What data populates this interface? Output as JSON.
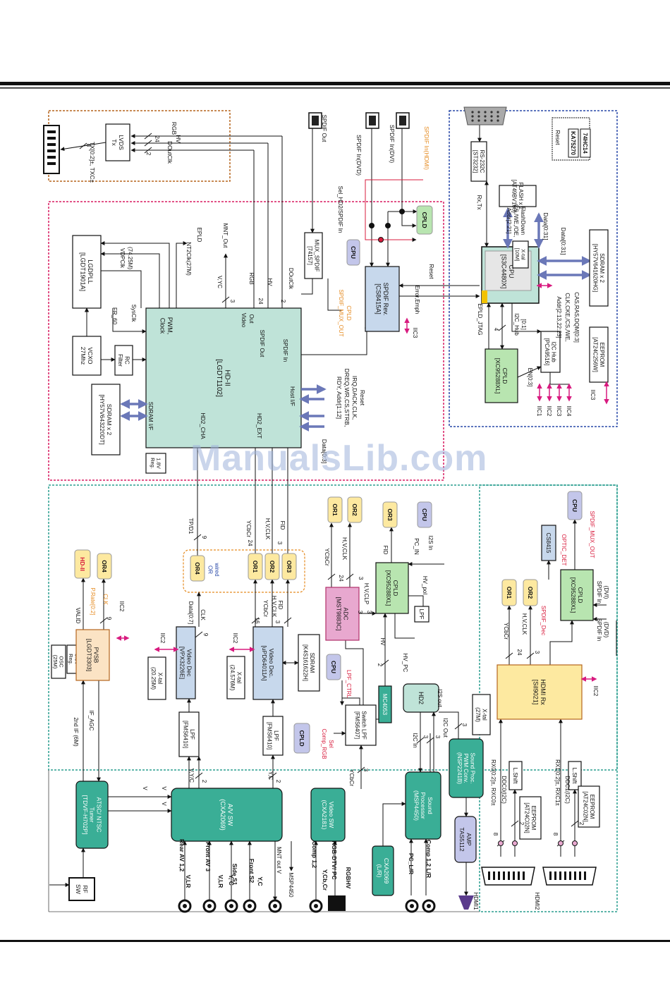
{
  "colors": {
    "teal": "#3aae96",
    "mint": "#bfe3d8",
    "light_blue": "#c7d8ec",
    "green": "#b8e5b0",
    "pink_fill": "#e8a8cf",
    "yellow": "#fde9a0",
    "purple": "#c3c6ea",
    "orange_box": "#fbe3c4",
    "arrow_blue": "#6b78b8",
    "magenta": "#d81b7f",
    "orange_text": "#e58a1f",
    "red_text": "#d81b3c",
    "dash_orange": "#b5651d",
    "dash_pink": "#d81b60",
    "dash_teal": "#2a9d8f",
    "dash_blue": "#2848a8"
  },
  "watermark": "ManualsLib.com",
  "blocks": {
    "lvds": [
      "LVDS",
      "Tx"
    ],
    "hdii": [
      "HD-II",
      "[LGDT1102]"
    ],
    "pwm": [
      "PWM,",
      "Clock"
    ],
    "lgdpll": [
      "LGDPLL",
      "[LGDT1901A]"
    ],
    "vcxo": [
      "VCXO",
      "27Mhz"
    ],
    "rcfilter": [
      "RC",
      "Filter"
    ],
    "sdram_hd": [
      "SDRAM x 2",
      "[HY57V643220DT]"
    ],
    "reg18": [
      "1.8V",
      "Reg."
    ],
    "mux_spdif": [
      "MUX_SPDIF",
      "[74157]"
    ],
    "spdif_rev": [
      "SPDIF Rev.",
      "[CS8415A]"
    ],
    "cpu_main": [
      "CPU",
      "[S3C4480X]"
    ],
    "rs232c": [
      "RS-232C",
      "[ST3232]"
    ],
    "reset_chip": [
      "Reset",
      "KA75270",
      "74HC14"
    ],
    "flash": [
      "FLASH x 2",
      "[AT49BV160]"
    ],
    "xtal10": [
      "X-tal",
      "[10M]"
    ],
    "sdram_cpu": [
      "SDRAM x 2",
      "[HY57V641620HG]"
    ],
    "cpld_cpu": [
      "CPLD",
      "[XC95288XL]"
    ],
    "i2c_hub": [
      "I2C Hub",
      "[PCA9516]"
    ],
    "eeprom_cpu": [
      "EEPROM",
      "[AT24C256W]"
    ],
    "osc25": [
      "OSC",
      "(25M)"
    ],
    "reg33": [
      "3.3V",
      "Reg."
    ],
    "pvsb": [
      "PVSB",
      "[LGDT3303]"
    ],
    "xtal2025": [
      "X-tal",
      "(20.25M)"
    ],
    "viddec1": [
      "Video Dec",
      "[VPX3226E]"
    ],
    "xtal24": [
      "X-tal",
      "(24.576M)"
    ],
    "viddec2": [
      "Video Dec.",
      "[uPD64011A]"
    ],
    "sdram_vd": [
      "SDRAM",
      "[K4S161622H]"
    ],
    "adc": [
      "ADC",
      "[MST9883C]"
    ],
    "cpld_adc": [
      "CPLD",
      "[XC95288XL]"
    ],
    "lpf_small": [
      "LPF"
    ],
    "mc4053": [
      "MC4053"
    ],
    "hd2": [
      "HD2"
    ],
    "xtal27": [
      "X-tal",
      "(27M)"
    ],
    "hdmirx": [
      "HDMI Rx",
      "[SiI9021]"
    ],
    "cs8415": [
      "CS8415"
    ],
    "cpld_hdmi": [
      "CPLD",
      "[XC95288XL]"
    ],
    "tuner": [
      "ATSC/ NTSC",
      "Tuner",
      "[TDVF-H702P]"
    ],
    "rfsw": [
      "RF",
      "SW"
    ],
    "lpf1": [
      "LPF",
      "[FMS6410]"
    ],
    "lpf2": [
      "LPF",
      "[FMS6410]"
    ],
    "avsw": [
      "A/V SW",
      "(CXA2069)"
    ],
    "switchlpf": [
      "Switch LPF",
      "[FMS6407]"
    ],
    "vidsw": [
      "Video SW",
      "(CXA2181)"
    ],
    "sndproc": [
      "Sound",
      "Processor",
      "(MSP4450)"
    ],
    "pwmconv": [
      "Sound Proc.",
      "PWM Conv.",
      "(NSP2241B)"
    ],
    "amp": [
      "AMP",
      "TAS5112"
    ],
    "eeprom_h1": [
      "EEPROM",
      "[AT24C02N]"
    ],
    "eeprom_h2": [
      "EEPROM",
      "[AT24C02N]"
    ],
    "lshift1": [
      "L.Shift"
    ],
    "lshift2": [
      "L.Shift"
    ],
    "cxa2069_lr": [
      "CXA2069",
      "(L/R)"
    ],
    "hdmi1": [
      "HDMI1"
    ],
    "hdmi2": [
      "HDMI2"
    ]
  },
  "tags": {
    "cpu": "CPU",
    "cpld": "CPLD",
    "or1": "OR1",
    "or2": "OR2",
    "or3": "OR3",
    "or4": "OR4",
    "hdii": "HD-II",
    "wired_or": [
      "wired",
      "OR"
    ]
  },
  "signals": {
    "rgb": "RGB",
    "hv": "HV",
    "doutclk": "DOutClk",
    "n8": "8",
    "n24": "24",
    "n2": "2",
    "n3": "3",
    "n4": "4",
    "n9": "9",
    "n16": "16",
    "tx_bus": "TX[0:2]±, TXC±",
    "epld": "EPLD",
    "mnt_out": "MNT_Out",
    "nt2clk": "NT2Clk(27M)",
    "vdpclk": "VDPClk",
    "vdpclk_freq": "(74.25M)",
    "fr60": "FR_60",
    "sysclk": "SysClk",
    "vyc": "V,YC",
    "video_out": "Video",
    "video_out2": "Out",
    "spdif_out_port": "SPDIF Out",
    "spdif_in_port": "SPDIF In",
    "sdram_if": "SDRAM I/F",
    "hd2_cha": "HD2_CHA",
    "hd2_ext": "HD2_EXT",
    "host_if": "Host I/F",
    "host_bus1": "RDY, Addr[1:12]",
    "host_bus2": "DREQ,WR,CS,STRB,",
    "host_bus3": "IRQ,DACK,CLK,",
    "host_bus4": "Reset",
    "data07": "Data[0:7]",
    "spdif_out_top": "SPDIF Out",
    "spdif_in_dvd": "SPDIF In(DVD)",
    "spdif_in_dvi": "SPDIF In(DVI)",
    "spdif_in_hdmi": "SPDIF In(HDMI)",
    "sel_hd2": "Sel_HD2/SPDIF In",
    "spdif_mux_out": "SPDIF_MUX_OUT",
    "cpld_txt": "CPLD",
    "error_emph": "Error,Emph",
    "reset": "Reset",
    "iic3": "IIC3",
    "iic1": "IIC1",
    "iic2": "IIC2",
    "iic4": "IIC4",
    "rx_tx": "Rx,Tx",
    "addr221": "Addr[2:21]",
    "cs_we": "CS,/WE,/OE,",
    "flashdown": "FlashDown",
    "data031": "Data[0:31]",
    "data031b": "Data[0:31]",
    "addr_sdram1": "Addr[2:13,22:23]",
    "addr_sdram2": "CLK,CKE,/CS,/WE,",
    "addr_sdram3": "CAS,RAS,DQM[0:3]",
    "epld_jtag": "EPLD_JTAG",
    "i2c_hub_sig": "I2C_Hub",
    "i2c_hub_sig2": "[0:1]",
    "en03": "EN[0:3]",
    "data03": "Data[0:3]",
    "valid": "VALID",
    "prate": "P.Rate[0:2]",
    "clk": "CLK",
    "if_agc": "IF_AGC",
    "if_6m": "2nd IF (6M)",
    "tp_d1": "TP/D1",
    "ycbcr": "YCbCr",
    "hv_clk": "H,V,CLK",
    "fid": "FID",
    "hv_clp": "H,V,CLP",
    "hv_pol": "HV_pol",
    "hv_pc": "HV_PC",
    "pc_in": "PC_IN",
    "i2s_in": "I2S In",
    "lpf_ctrl": "LPF_CTRL",
    "comp_rgb": "Comp_RGB",
    "comp_rgb2": "Sel",
    "ycbcr_low": "YCbCr",
    "i2c_in": "I2C In",
    "i2c_out": "I2C Out",
    "i2s_out": "I2S out",
    "spdif_dec": "SPDIF_Dec",
    "optic_det": "OPTIC_DET",
    "spdif_mux_out2": "SPDIF_MUX_OUT",
    "spdif_in_dvi2": "SPDIF In",
    "spdif_in_dvi2b": "(DVI)",
    "spdif_in_dvd2": "SPDIF In",
    "spdif_in_dvd2b": "(DVD)",
    "rx0": "RX0[0:2]±, RXC0±",
    "rx1": "RX1[0:2]±, RXC1±",
    "ddc0": "DDC0(I2C)",
    "ddc1": "DDC1(I2C)",
    "v": "V",
    "vyc_low": "V,Y/C",
    "yc": "Y,C",
    "mnt_out_v": "MNT out V",
    "msp4450": "MSP4450"
  },
  "connectors": {
    "rear_av": "Rear AV 1,2",
    "front_av3": "Front AV 3",
    "side_s1": "Side S1",
    "front_s2": "Front S2",
    "comp_12": "Comp 1,2",
    "rgb_dtv": "RGB-DTV/ PC",
    "pc_lr": "PC_L/R",
    "comp_lr": "Comp 1,2 L/R",
    "vlr": "V,LR",
    "vlr2": "V,LR",
    "y_c": "Y, C",
    "y_c2": "Y,C",
    "ycbcr_c": "Y,Cb,Cr",
    "rgbhv": "RGBHV"
  }
}
